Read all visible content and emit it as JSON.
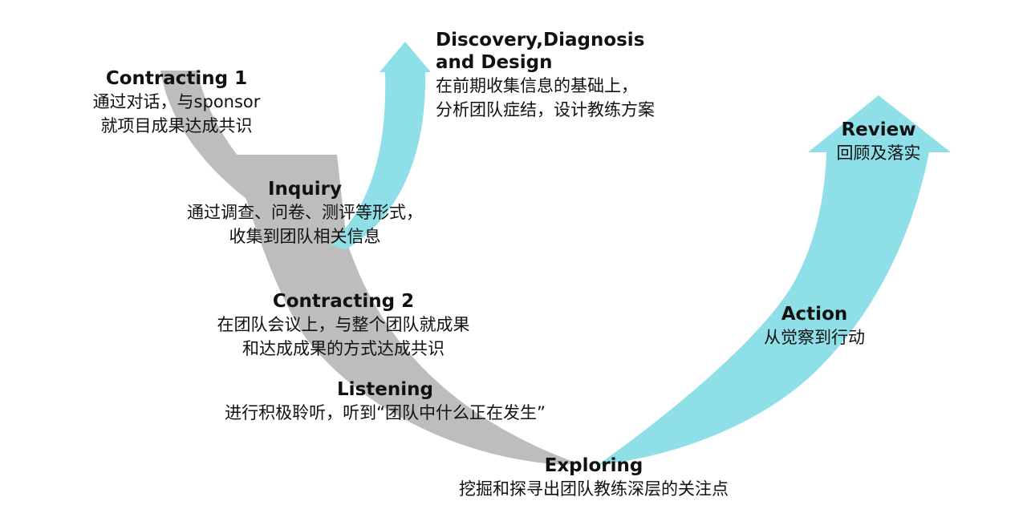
{
  "colors": {
    "gray_band": "#bdbdbd",
    "cyan_arrow": "#8fdfe8",
    "text": "#111111"
  },
  "steps": [
    {
      "title": "Contracting 1",
      "desc": [
        "通过对话，与sponsor",
        "就项目成果达成共识"
      ]
    },
    {
      "title": "Inquiry",
      "desc": [
        "通过调查、问卷、测评等形式，",
        "收集到团队相关信息"
      ]
    },
    {
      "title": "Discovery,Diagnosis",
      "title2": "and Design",
      "desc": [
        "在前期收集信息的基础上，",
        "分析团队症结，设计教练方案"
      ]
    },
    {
      "title": "Contracting 2",
      "desc": [
        "在团队会议上，与整个团队就成果",
        "和达成成果的方式达成共识"
      ]
    },
    {
      "title": "Listening",
      "desc": [
        "进行积极聆听，听到“团队中什么正在发生”"
      ]
    },
    {
      "title": "Exploring",
      "desc": [
        "挖掘和探寻出团队教练深层的关注点"
      ]
    },
    {
      "title": "Action",
      "desc": [
        "从觉察到行动"
      ]
    },
    {
      "title": "Review",
      "desc": [
        "回顾及落实"
      ]
    }
  ]
}
